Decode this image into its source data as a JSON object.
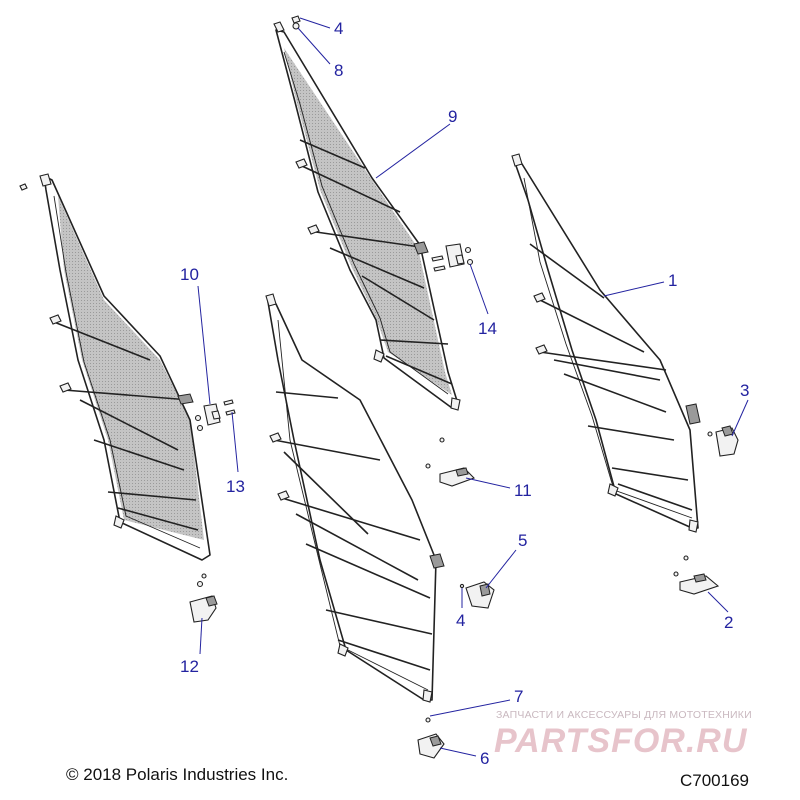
{
  "callouts": [
    {
      "id": "c1",
      "label": "1"
    },
    {
      "id": "c2",
      "label": "2"
    },
    {
      "id": "c3",
      "label": "3"
    },
    {
      "id": "c4a",
      "label": "4"
    },
    {
      "id": "c4b",
      "label": "4"
    },
    {
      "id": "c5",
      "label": "5"
    },
    {
      "id": "c6",
      "label": "6"
    },
    {
      "id": "c7",
      "label": "7"
    },
    {
      "id": "c8",
      "label": "8"
    },
    {
      "id": "c9",
      "label": "9"
    },
    {
      "id": "c10",
      "label": "10"
    },
    {
      "id": "c11",
      "label": "11"
    },
    {
      "id": "c12",
      "label": "12"
    },
    {
      "id": "c13",
      "label": "13"
    },
    {
      "id": "c14",
      "label": "14"
    }
  ],
  "footer": {
    "copyright": "© 2018 Polaris Industries Inc.",
    "code": "C700169"
  },
  "watermark": {
    "tagline": "ЗАПЧАСТИ И АКСЕССУАРЫ ДЛЯ МОТОТЕХНИКИ",
    "brand": "PARTSFOR.RU"
  },
  "colors": {
    "callout": "#2323a0",
    "line": "#222222",
    "mesh": "#bdbdbd",
    "watermark": "#e7c4cb"
  }
}
